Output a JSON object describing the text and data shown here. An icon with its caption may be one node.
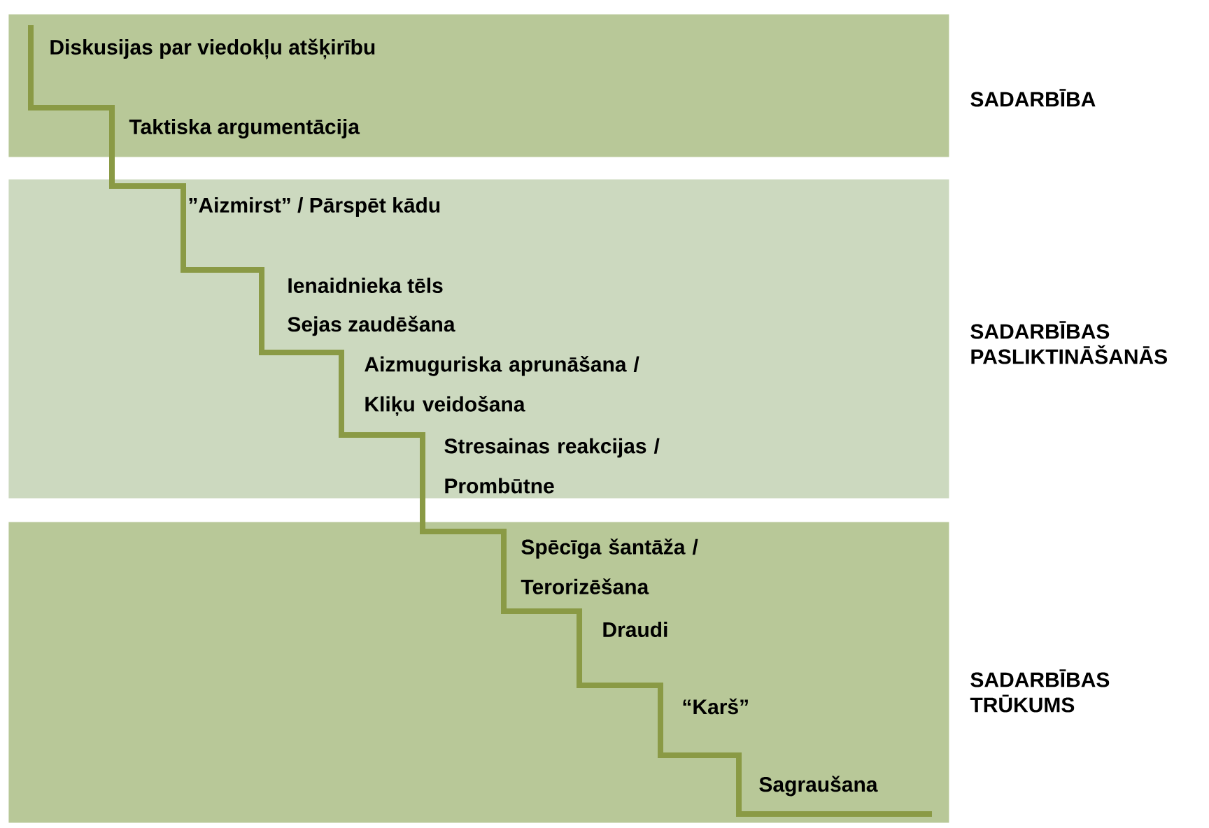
{
  "diagram": {
    "nodes": [
      {
        "text": [
          "SADARBĪBA",
          "Diskusijas par viedokļu atšķirību",
          "Taktiska argumentācija"
        ]
      },
      {
        "text": [
          "SADARBĪBAS PASLIKTINĀŠANĀS",
          "”Aizmirst” / Pārspēt kādu",
          "Ienaidnieka tēls",
          "Sejas zaudēšana",
          "Aizmuguriska aprunāšana / Kliķu veidošana",
          "Stresainas reakcijas / Prombūtne"
        ]
      },
      {
        "text": [
          "SADARBĪBAS TRŪKUMS",
          "Spēcīga šantāža / Terorizēšana",
          "Draudi",
          "“Karš”",
          "Sagraušana"
        ]
      }
    ]
  }
}
